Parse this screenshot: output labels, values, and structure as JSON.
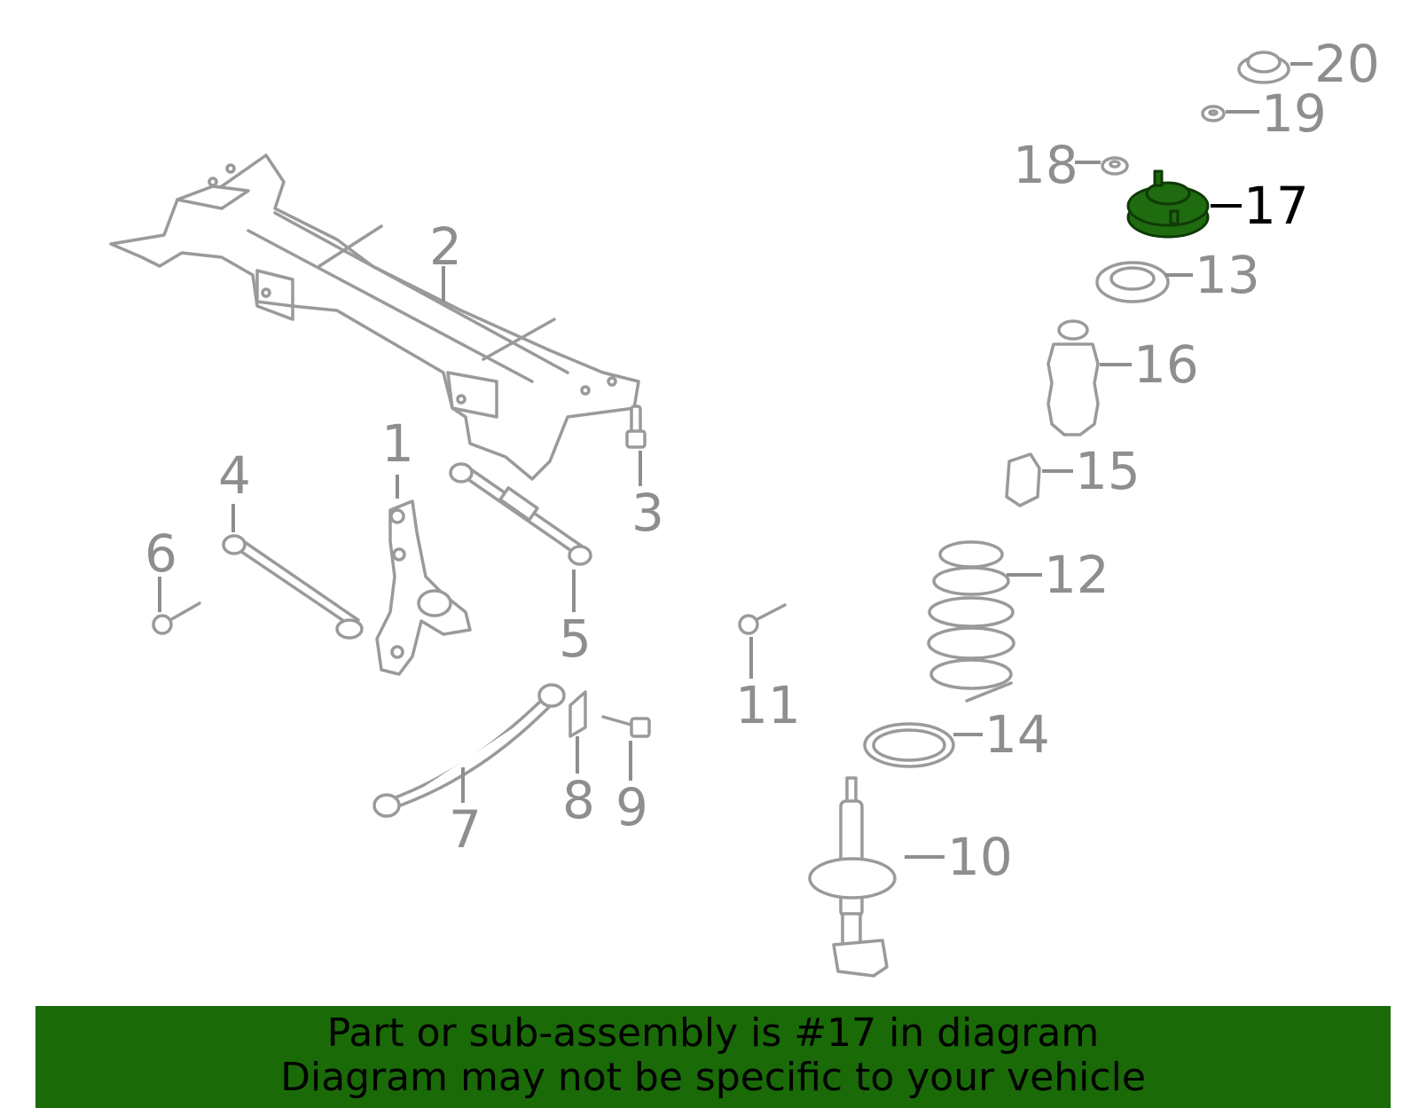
{
  "highlight": {
    "part_number": "17",
    "color": "#1f6b0f"
  },
  "callouts": [
    {
      "id": "1",
      "label": "1"
    },
    {
      "id": "2",
      "label": "2"
    },
    {
      "id": "3",
      "label": "3"
    },
    {
      "id": "4",
      "label": "4"
    },
    {
      "id": "5",
      "label": "5"
    },
    {
      "id": "6",
      "label": "6"
    },
    {
      "id": "7",
      "label": "7"
    },
    {
      "id": "8",
      "label": "8"
    },
    {
      "id": "9",
      "label": "9"
    },
    {
      "id": "10",
      "label": "10"
    },
    {
      "id": "11",
      "label": "11"
    },
    {
      "id": "12",
      "label": "12"
    },
    {
      "id": "13",
      "label": "13"
    },
    {
      "id": "14",
      "label": "14"
    },
    {
      "id": "15",
      "label": "15"
    },
    {
      "id": "16",
      "label": "16"
    },
    {
      "id": "17",
      "label": "17"
    },
    {
      "id": "18",
      "label": "18"
    },
    {
      "id": "19",
      "label": "19"
    },
    {
      "id": "20",
      "label": "20"
    }
  ],
  "banner": {
    "line1": "Part or sub-assembly is #17 in diagram",
    "line2": "Diagram may not be specific to your vehicle",
    "background": "#1a6a08"
  }
}
